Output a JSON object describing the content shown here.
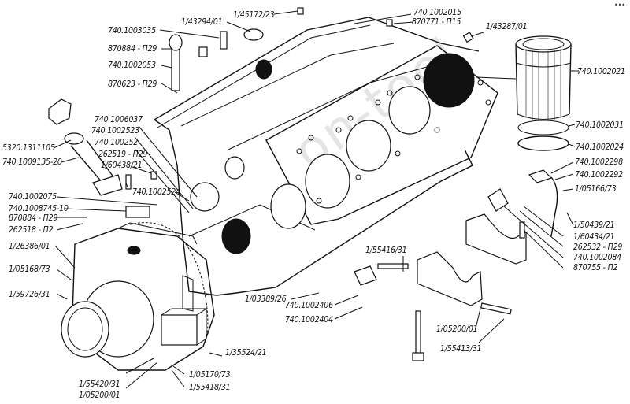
{
  "diagram": {
    "title": "",
    "type": "exploded-parts-diagram",
    "subject": "Engine cylinder block assembly",
    "watermark": "on-tool",
    "corner_mark": "•••",
    "labels": [
      {
        "id": "l01",
        "text": "1/45172/23"
      },
      {
        "id": "l02",
        "text": "1/43294/01"
      },
      {
        "id": "l03",
        "text": "740.1003035"
      },
      {
        "id": "l04",
        "text": "870884 - П29"
      },
      {
        "id": "l05",
        "text": "740.1002053"
      },
      {
        "id": "l06",
        "text": "870623 - П29"
      },
      {
        "id": "l07",
        "text": "740.1002015"
      },
      {
        "id": "l08",
        "text": "870771 - П15"
      },
      {
        "id": "l09",
        "text": "1/43287/01"
      },
      {
        "id": "l10",
        "text": "740.1002021"
      },
      {
        "id": "l11",
        "text": "740.1002031"
      },
      {
        "id": "l12",
        "text": "740.1002024"
      },
      {
        "id": "l13",
        "text": "740.1002298"
      },
      {
        "id": "l14",
        "text": "740.1002292"
      },
      {
        "id": "l15",
        "text": "1/05166/73"
      },
      {
        "id": "l16",
        "text": "1/50439/21"
      },
      {
        "id": "l17",
        "text": "1/60434/21"
      },
      {
        "id": "l18",
        "text": "262532 - П29"
      },
      {
        "id": "l19",
        "text": "740.1002084"
      },
      {
        "id": "l20",
        "text": "870755 - П2"
      },
      {
        "id": "l21",
        "text": "5320.1311105"
      },
      {
        "id": "l22",
        "text": "740.1009135-20"
      },
      {
        "id": "l23",
        "text": "740.1006037"
      },
      {
        "id": "l24",
        "text": "740.1002523"
      },
      {
        "id": "l25",
        "text": "740.100252"
      },
      {
        "id": "l26",
        "text": "262519 - П29"
      },
      {
        "id": "l27",
        "text": "1/60438/21"
      },
      {
        "id": "l28",
        "text": "740.1002524"
      },
      {
        "id": "l29",
        "text": "740.1002075"
      },
      {
        "id": "l30",
        "text": "740.1008745-10"
      },
      {
        "id": "l31",
        "text": "870884 - П29"
      },
      {
        "id": "l32",
        "text": "262518 - П2"
      },
      {
        "id": "l33",
        "text": "1/26386/01"
      },
      {
        "id": "l34",
        "text": "1/05168/73"
      },
      {
        "id": "l35",
        "text": "1/59726/31"
      },
      {
        "id": "l36",
        "text": "1/55416/31"
      },
      {
        "id": "l37",
        "text": "1/03389/26"
      },
      {
        "id": "l38",
        "text": "740.1002406"
      },
      {
        "id": "l39",
        "text": "740.1002404"
      },
      {
        "id": "l40",
        "text": "1/05200/01"
      },
      {
        "id": "l41",
        "text": "1/55413/31"
      },
      {
        "id": "l42",
        "text": "1/35524/21"
      },
      {
        "id": "l43",
        "text": "1/05170/73"
      },
      {
        "id": "l44",
        "text": "1/55418/31"
      },
      {
        "id": "l45",
        "text": "1/55420/31"
      },
      {
        "id": "l46",
        "text": "1/05200/01"
      }
    ]
  }
}
